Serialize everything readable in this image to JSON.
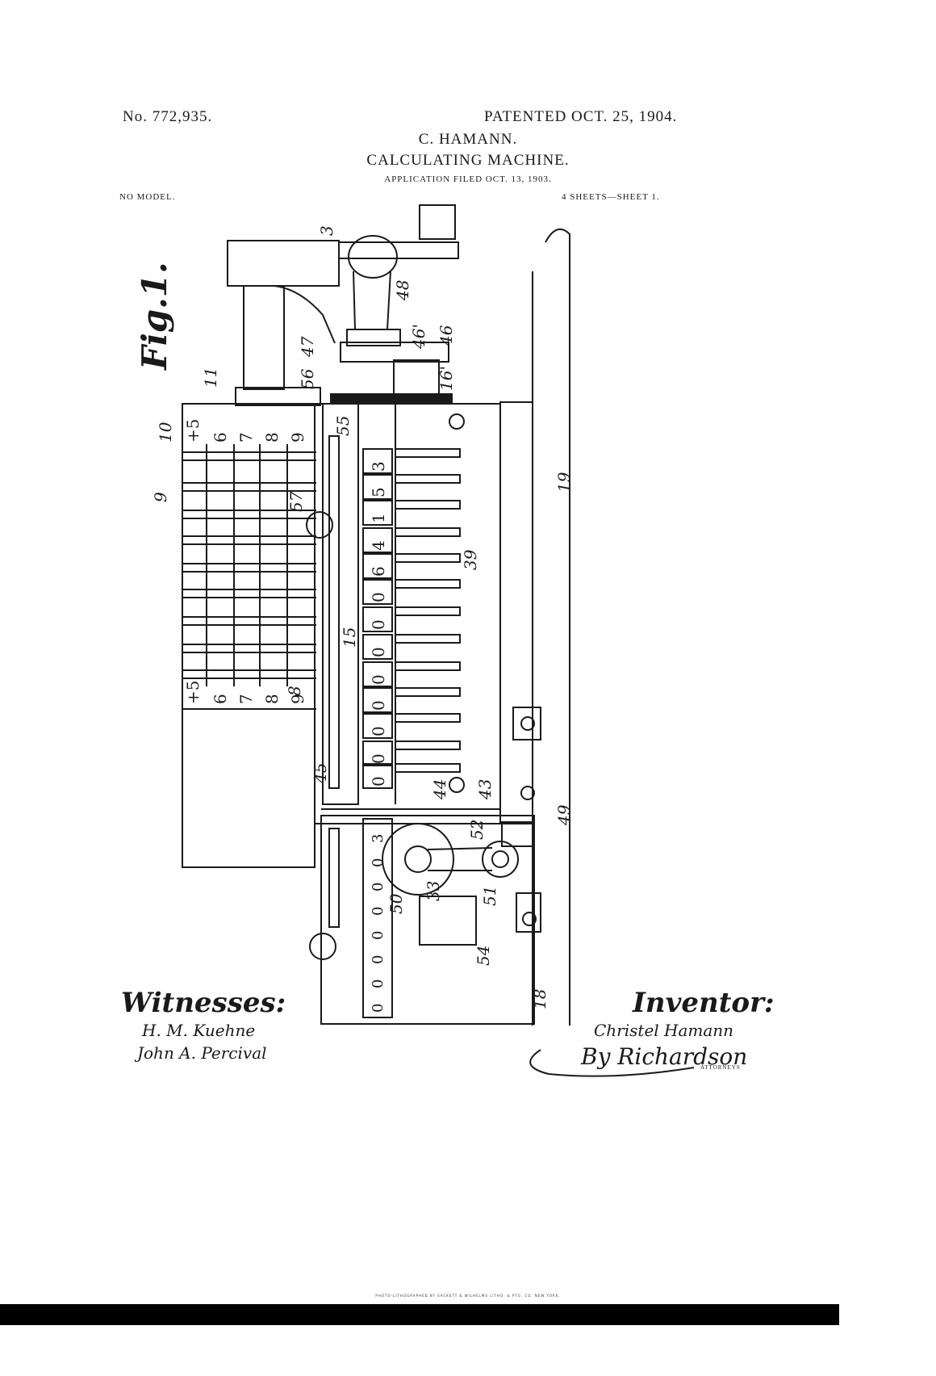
{
  "header": {
    "patent_no": "No. 772,935.",
    "patented": "PATENTED OCT. 25, 1904.",
    "inventor_name": "C. HAMANN.",
    "title": "CALCULATING MACHINE.",
    "application": "APPLICATION FILED OCT. 13, 1903.",
    "model": "NO MODEL.",
    "sheets": "4 SHEETS—SHEET 1."
  },
  "figure": {
    "label": "Fig.1.",
    "ref_numerals": [
      "3",
      "48",
      "46'",
      "47",
      "46",
      "16'",
      "56",
      "11",
      "10",
      "55",
      "9",
      "57",
      "19",
      "39",
      "15",
      "8",
      "45",
      "44",
      "43",
      "52",
      "49",
      "50",
      "33",
      "51",
      "54",
      "18"
    ],
    "keyboard_digits": [
      "+5",
      "6",
      "7",
      "8",
      "9"
    ],
    "counter_digits": [
      "3",
      "5",
      "1",
      "4",
      "6",
      "0",
      "0",
      "0",
      "0",
      "0",
      "0",
      "0",
      "0"
    ],
    "lower_counter_digits": [
      "3",
      "0",
      "0",
      "0",
      "0",
      "0",
      "0",
      "0"
    ]
  },
  "signatures": {
    "witnesses_label": "Witnesses:",
    "witness_1": "H. M. Kuehne",
    "witness_2": "John A. Percival",
    "inventor_label": "Inventor:",
    "inventor_signature": "Christel Hamann",
    "attorney_signature": "By Richardson",
    "attorneys_label": "ATTORNEYS"
  },
  "footer": {
    "printer_line": "PHOTO-LITHOGRAPHED BY SACKETT & WILHELMS LITHO. & PTG. CO. NEW YORK."
  }
}
